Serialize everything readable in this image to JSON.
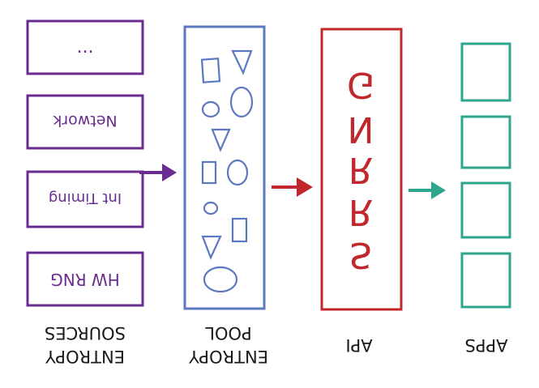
{
  "colors": {
    "sources": "#6a2c91",
    "pool": "#5b79c0",
    "api": "#c0282d",
    "apps": "#2ea58c",
    "ink": "#1a1a1a"
  },
  "sources": {
    "boxes": [
      "...",
      "Network",
      "Int Timing",
      "HW RNG"
    ],
    "label_line1": "SOURCES",
    "label_line2": "ENTROPY"
  },
  "pool": {
    "label_line1": "POOL",
    "label_line2": "ENTROPY",
    "shape_icons": [
      "square-icon",
      "triangle-icon",
      "circle-icon",
      "circle-icon",
      "triangle-icon",
      "square-icon",
      "circle-icon",
      "circle-icon",
      "square-icon",
      "triangle-icon",
      "circle-icon"
    ]
  },
  "api": {
    "text_vertical": [
      "G",
      "N",
      "R",
      "R",
      "S"
    ],
    "label": "API"
  },
  "apps": {
    "count": 4,
    "label": "APPS"
  },
  "arrows": [
    "arrow-right-icon",
    "arrow-right-icon",
    "arrow-right-icon"
  ]
}
